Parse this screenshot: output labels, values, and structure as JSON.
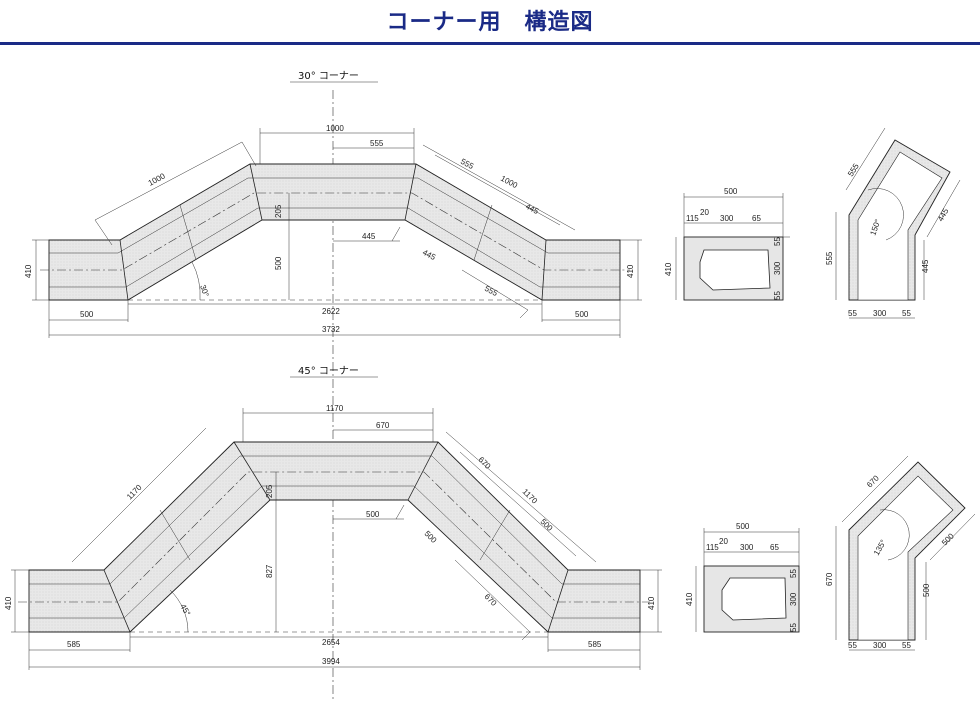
{
  "page": {
    "title": "コーナー用　構造図"
  },
  "corner30": {
    "caption": "30° コーナー",
    "dims": {
      "top_len": "1000",
      "top_inner": "555",
      "left_slope": "1000",
      "right_slope_a": "555",
      "right_slope_b": "1000",
      "right_slope_c": "445",
      "gap": "205",
      "height": "500",
      "left_h": "410",
      "right_h": "410",
      "inner_445": "445",
      "slope_445": "445",
      "slope_555": "555",
      "angle": "30°",
      "left_end": "500",
      "mid": "2622",
      "right_end": "500",
      "total": "3732"
    },
    "section": {
      "w": "500",
      "a": "115",
      "b": "20",
      "c": "300",
      "d": "65",
      "h": "410",
      "r1": "55",
      "r2": "300",
      "r3": "55"
    },
    "plan": {
      "a": "555",
      "b": "445",
      "c": "555",
      "d": "445",
      "angle": "150°",
      "e": "55",
      "f": "300",
      "g": "55"
    }
  },
  "corner45": {
    "caption": "45° コーナー",
    "dims": {
      "top_len": "1170",
      "top_inner": "670",
      "left_slope": "1170",
      "right_slope_a": "670",
      "right_slope_b": "1170",
      "right_slope_c": "500",
      "gap": "205",
      "height": "827",
      "left_h": "410",
      "right_h": "410",
      "inner_500": "500",
      "slope_500": "500",
      "slope_670": "670",
      "angle": "45°",
      "left_end": "585",
      "mid": "2654",
      "right_end": "585",
      "total": "3994"
    },
    "section": {
      "w": "500",
      "a": "115",
      "b": "20",
      "c": "300",
      "d": "65",
      "h": "410",
      "r1": "55",
      "r2": "300",
      "r3": "55"
    },
    "plan": {
      "a": "670",
      "b": "500",
      "c": "670",
      "d": "500",
      "angle": "135°",
      "e": "55",
      "f": "300",
      "g": "55"
    }
  }
}
